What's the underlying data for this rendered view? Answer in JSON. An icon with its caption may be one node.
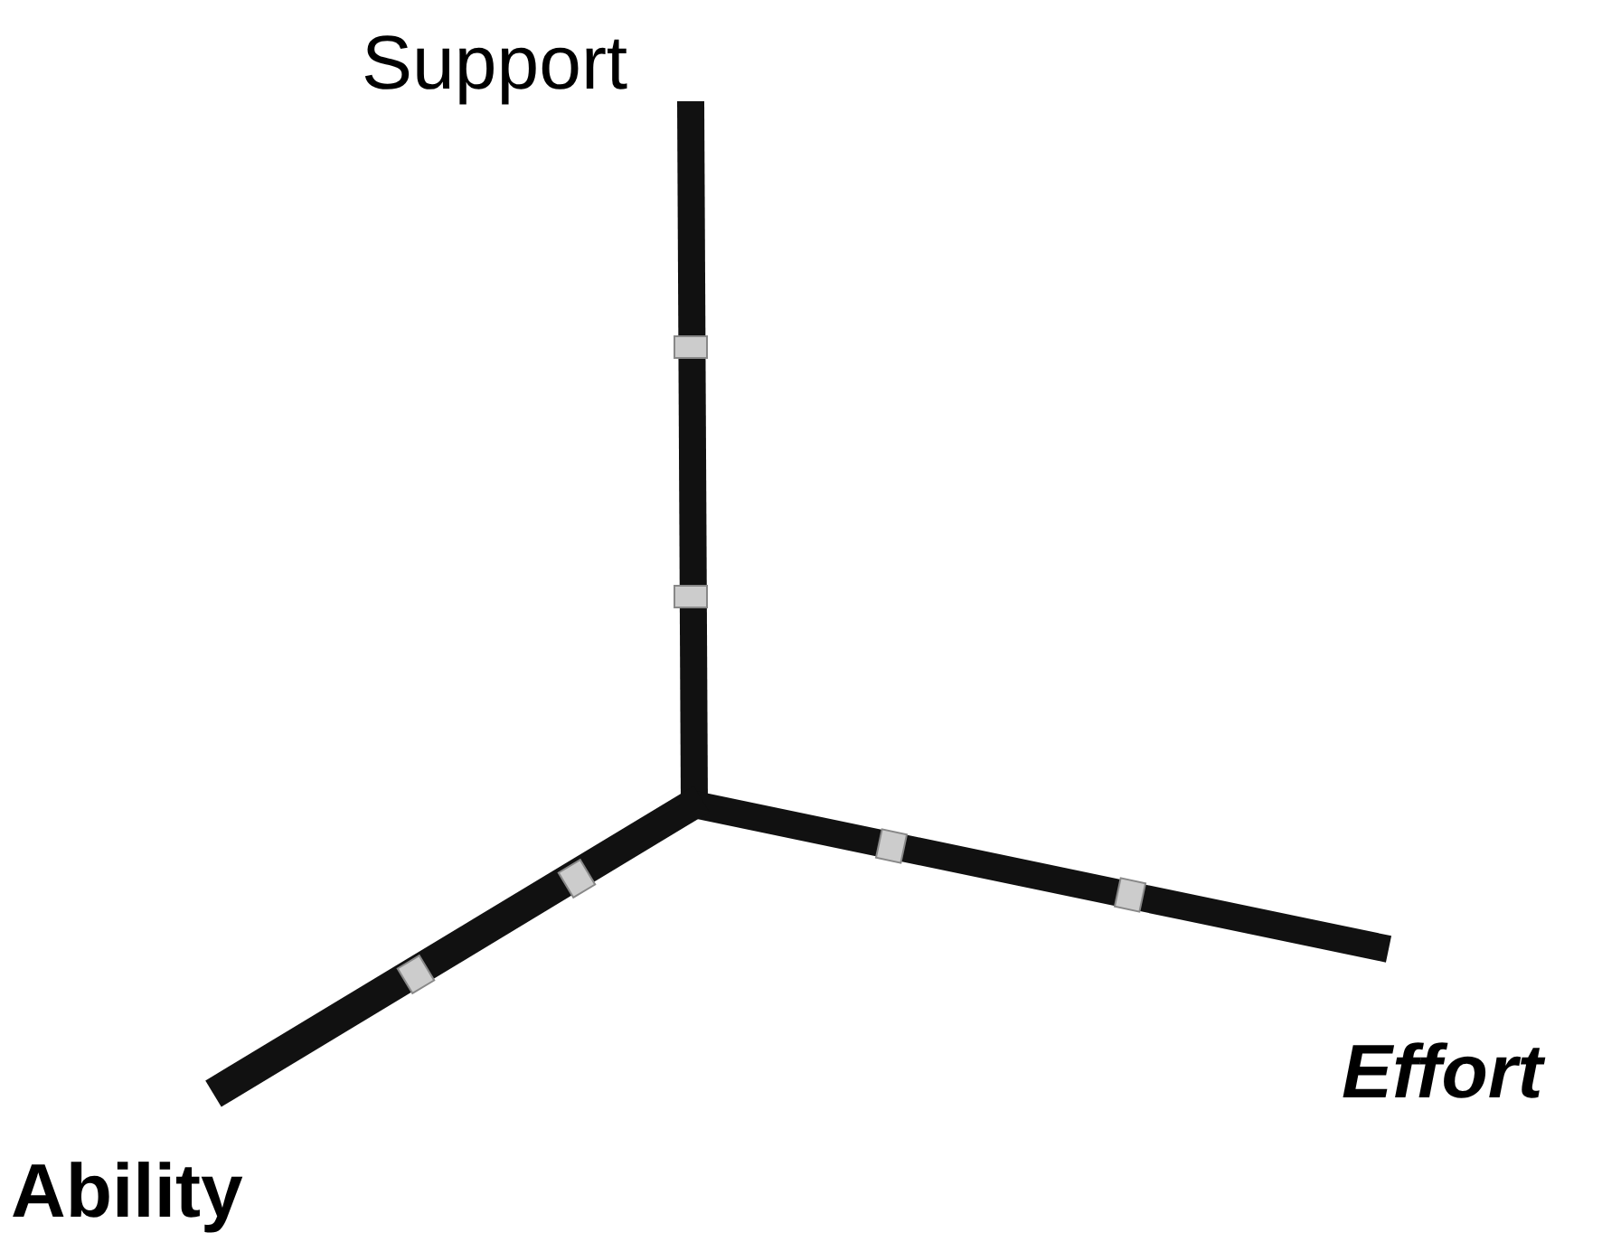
{
  "diagram": {
    "labels": [
      "Support",
      "Effort",
      "Ability"
    ]
  }
}
